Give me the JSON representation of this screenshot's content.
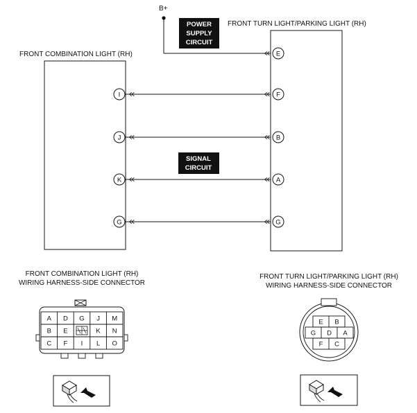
{
  "supply": {
    "label": "B+"
  },
  "boxes": {
    "power": [
      "POWER",
      "SUPPLY",
      "CIRCUIT"
    ],
    "signal": [
      "SIGNAL",
      "CIRCUIT"
    ]
  },
  "components": {
    "left_title": "FRONT COMBINATION LIGHT (RH)",
    "right_title": "FRONT TURN LIGHT/PARKING LIGHT (RH)"
  },
  "wiring": {
    "supply_pin": "E",
    "connections": [
      {
        "left": "I",
        "right": "F"
      },
      {
        "left": "J",
        "right": "B"
      },
      {
        "left": "K",
        "right": "A"
      },
      {
        "left": "G",
        "right": "G"
      }
    ]
  },
  "connectors": {
    "left": {
      "title": [
        "FRONT COMBINATION LIGHT (RH)",
        "WIRING HARNESS-SIDE CONNECTOR"
      ],
      "rows": [
        [
          "A",
          "D",
          "G",
          "J",
          "M"
        ],
        [
          "B",
          "E",
          "",
          "K",
          "N"
        ],
        [
          "C",
          "F",
          "I",
          "L",
          "O"
        ]
      ]
    },
    "right": {
      "title": [
        "FRONT TURN LIGHT/PARKING LIGHT (RH)",
        "WIRING HARNESS-SIDE CONNECTOR"
      ],
      "rows": [
        [
          "E",
          "B"
        ],
        [
          "G",
          "D",
          "A"
        ],
        [
          "F",
          "C"
        ]
      ]
    }
  },
  "icons": [
    "harness-connector-icon",
    "pointer-arrow-icon"
  ]
}
